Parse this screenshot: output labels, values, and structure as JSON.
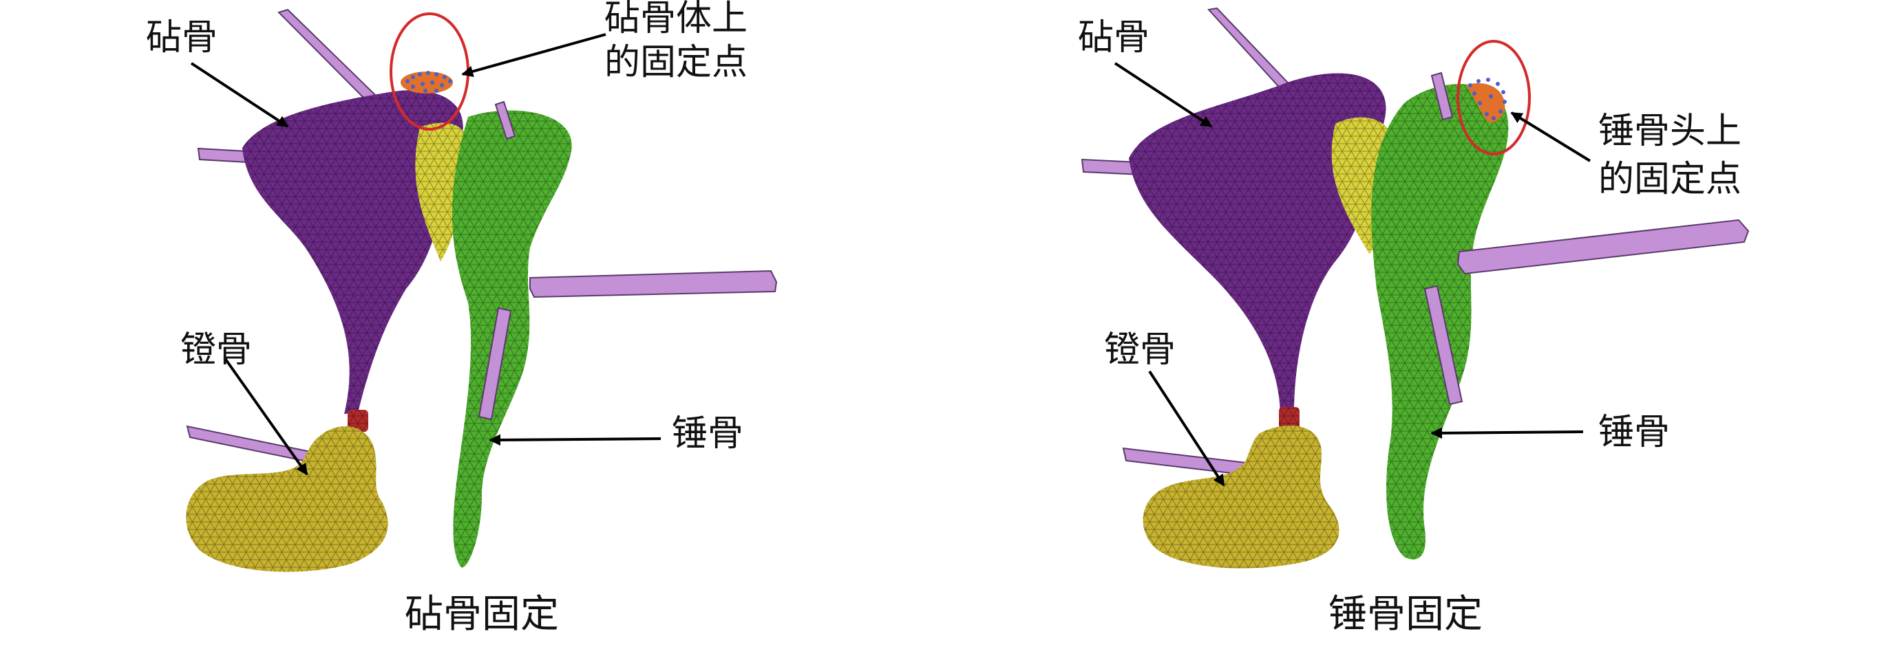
{
  "panels": [
    {
      "id": "incus-fixed",
      "caption": "砧骨固定",
      "labels": {
        "incus": "砧骨",
        "fix_point_line1": "砧骨体上",
        "fix_point_line2": "的固定点",
        "stapes": "镫骨",
        "malleus": "锤骨"
      }
    },
    {
      "id": "malleus-fixed",
      "caption": "锤骨固定",
      "labels": {
        "incus": "砧骨",
        "fix_point_line1": "锤骨头上",
        "fix_point_line2": "的固定点",
        "stapes": "镫骨",
        "malleus": "锤骨"
      }
    }
  ],
  "colors": {
    "incus": "#6b2a86",
    "malleus": "#4fb02e",
    "stapes": "#c8b32e",
    "contact": "#d9d23a",
    "ligament": "#c490d6",
    "joint": "#b02a2a",
    "circle": "#d42a2a",
    "fix_points_orange": "#e0702a",
    "fix_points_blue": "#4a5fd0",
    "arrow": "#000000"
  }
}
